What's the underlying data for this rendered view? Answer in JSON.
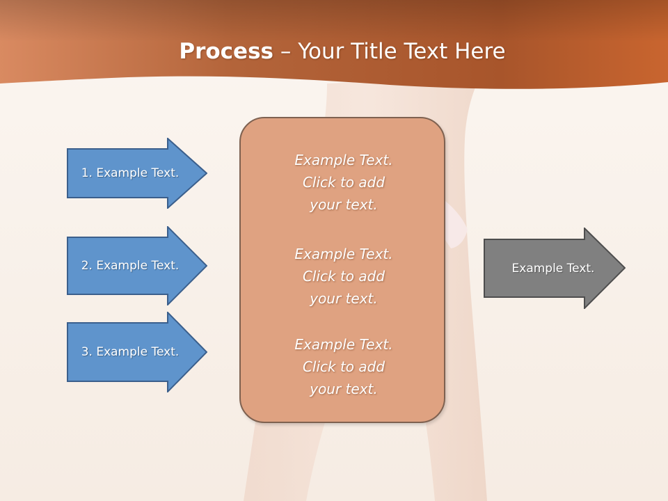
{
  "title": {
    "bold": "Process",
    "rest": " – Your Title Text Here"
  },
  "left_arrows": [
    {
      "label": "1. Example Text."
    },
    {
      "label": "2. Example Text."
    },
    {
      "label": "3. Example Text."
    }
  ],
  "center_box": {
    "items": [
      {
        "lines": [
          "Example Text.",
          "Click  to add",
          "your text."
        ]
      },
      {
        "lines": [
          "Example Text.",
          "Click  to add",
          "your text."
        ]
      },
      {
        "lines": [
          "Example Text.",
          "Click  to add",
          "your text."
        ]
      }
    ]
  },
  "right_arrow": {
    "label": "Example Text."
  },
  "colors": {
    "header_orange": "#c8642f",
    "arrow_blue": "#5f94cc",
    "arrow_blue_border": "#3b5f8c",
    "box_fill": "#dfa281",
    "box_border": "#7e6150",
    "arrow_gray": "#808080",
    "arrow_gray_border": "#4d4d4d"
  }
}
